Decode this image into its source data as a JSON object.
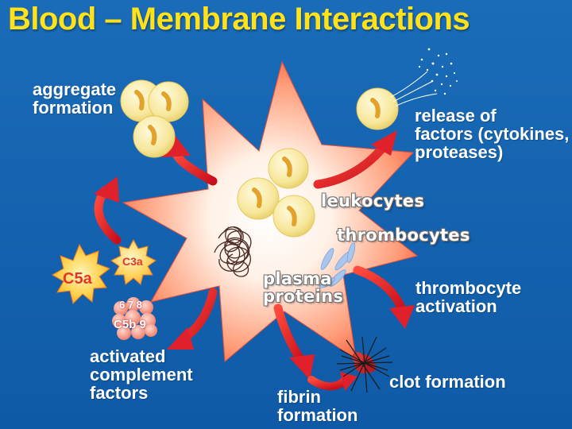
{
  "title": "Blood – Membrane Interactions",
  "labels": {
    "aggregate": "aggregate\nformation",
    "release": "release of\nfactors (cytokines,\nproteases)",
    "leukocytes": "leukocytes",
    "thrombocytes": "thrombocytes",
    "plasma": "plasma\nproteins",
    "thrombocyte_activation": "thrombocyte\nactivation",
    "clot": "clot formation",
    "fibrin": "fibrin\nformation",
    "complement": "activated\ncomplement\nfactors"
  },
  "complement": {
    "c5a": "C5a",
    "c3a": "C3a",
    "c678": "6 7 8",
    "c5b9": "C5b 9"
  },
  "colors": {
    "background": "#1466b0",
    "title": "#ffe21a",
    "arrow": "#e0202a",
    "cell": "#f9eda0",
    "cell_nucleus": "#e3a22a",
    "platelet": "#a9c7ee"
  }
}
